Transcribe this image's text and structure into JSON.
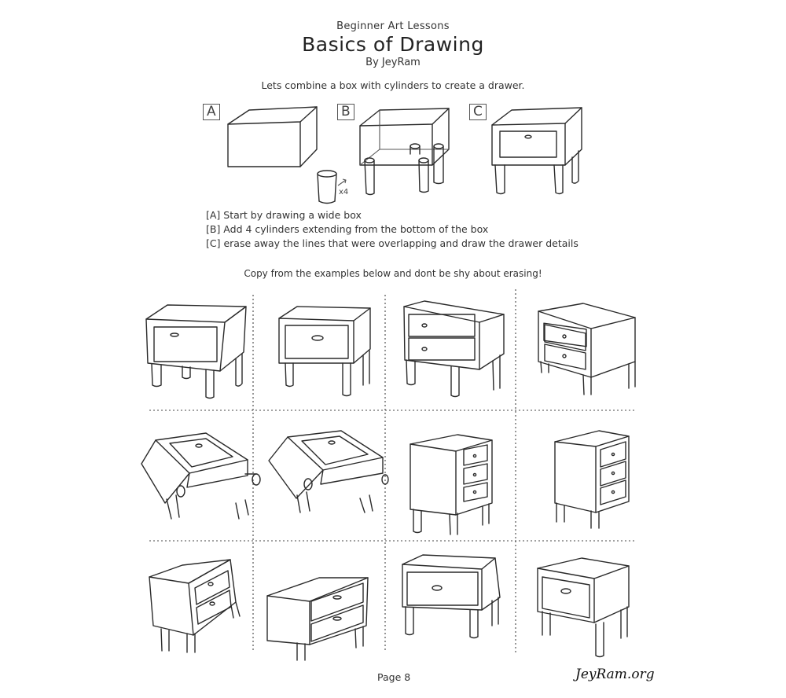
{
  "header": {
    "subject": "Beginner Art Lessons",
    "title": "Basics of Drawing",
    "author": "By JeyRam"
  },
  "intro_text": "Lets combine a box with cylinders to create a drawer.",
  "stages": {
    "a_label": "A",
    "b_label": "B",
    "c_label": "C",
    "multiplier": "x4"
  },
  "steps": [
    "[A] Start by drawing a wide box",
    "[B] Add 4 cylinders extending from the bottom of the box",
    "[C] erase away the lines that were overlapping and draw the drawer details"
  ],
  "copy_prompt": "Copy from the examples below and dont be shy about erasing!",
  "footer": {
    "page": "Page 8",
    "signature": "JeyRam.org"
  }
}
